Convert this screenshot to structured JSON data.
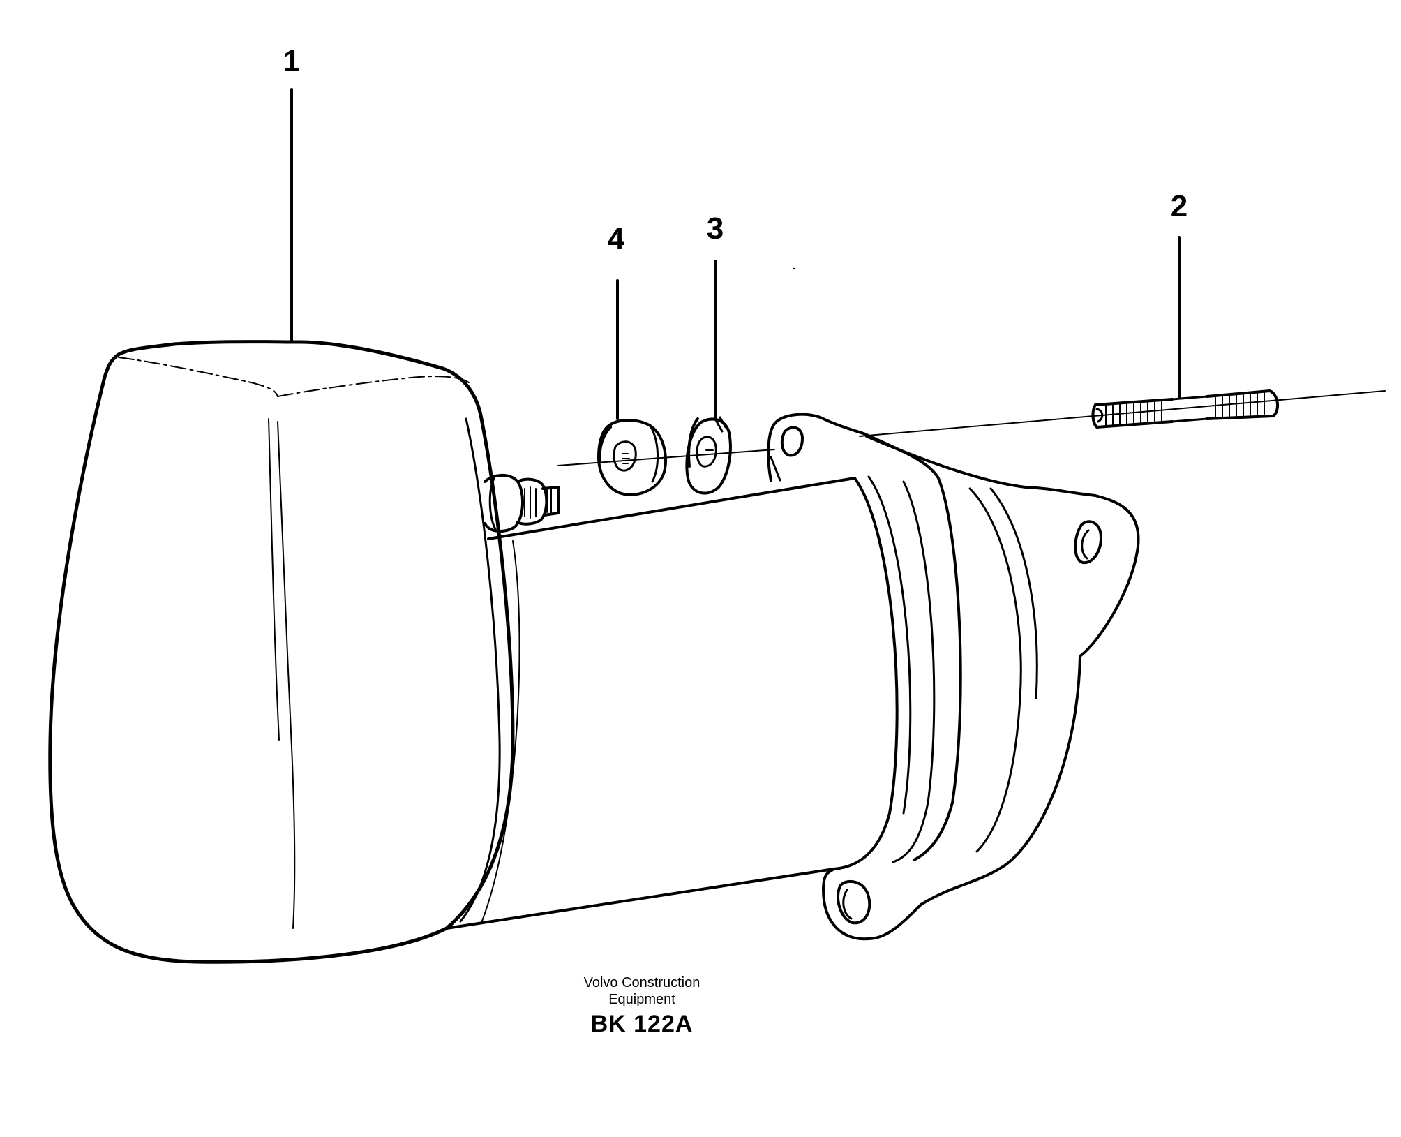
{
  "diagram": {
    "callouts": [
      {
        "id": "1",
        "label": "1"
      },
      {
        "id": "2",
        "label": "2"
      },
      {
        "id": "3",
        "label": "3"
      },
      {
        "id": "4",
        "label": "4"
      }
    ],
    "manufacturer": "Volvo Construction Equipment",
    "manufacturer_line1": "Volvo Construction",
    "manufacturer_line2": "Equipment",
    "drawing_code": "BK 122A"
  }
}
